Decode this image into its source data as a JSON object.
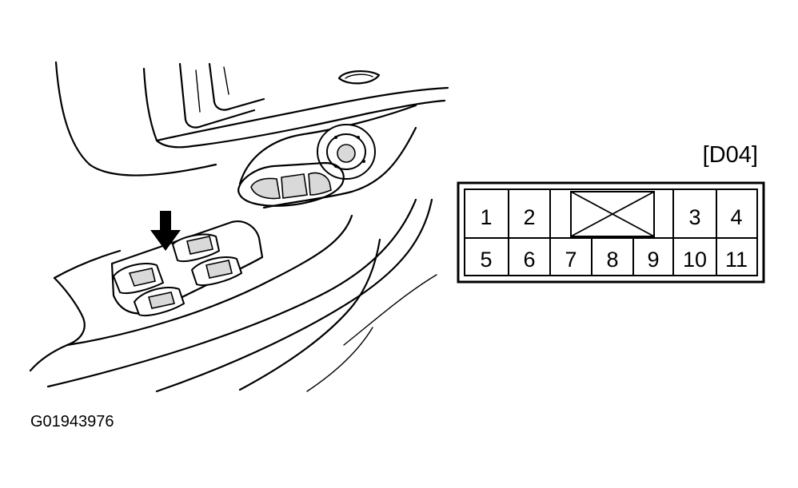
{
  "connector": {
    "id": "[D04]",
    "top_row": [
      "1",
      "2",
      "3",
      "4"
    ],
    "bottom_row": [
      "5",
      "6",
      "7",
      "8",
      "9",
      "10",
      "11"
    ]
  },
  "figure_code": "G01943976"
}
